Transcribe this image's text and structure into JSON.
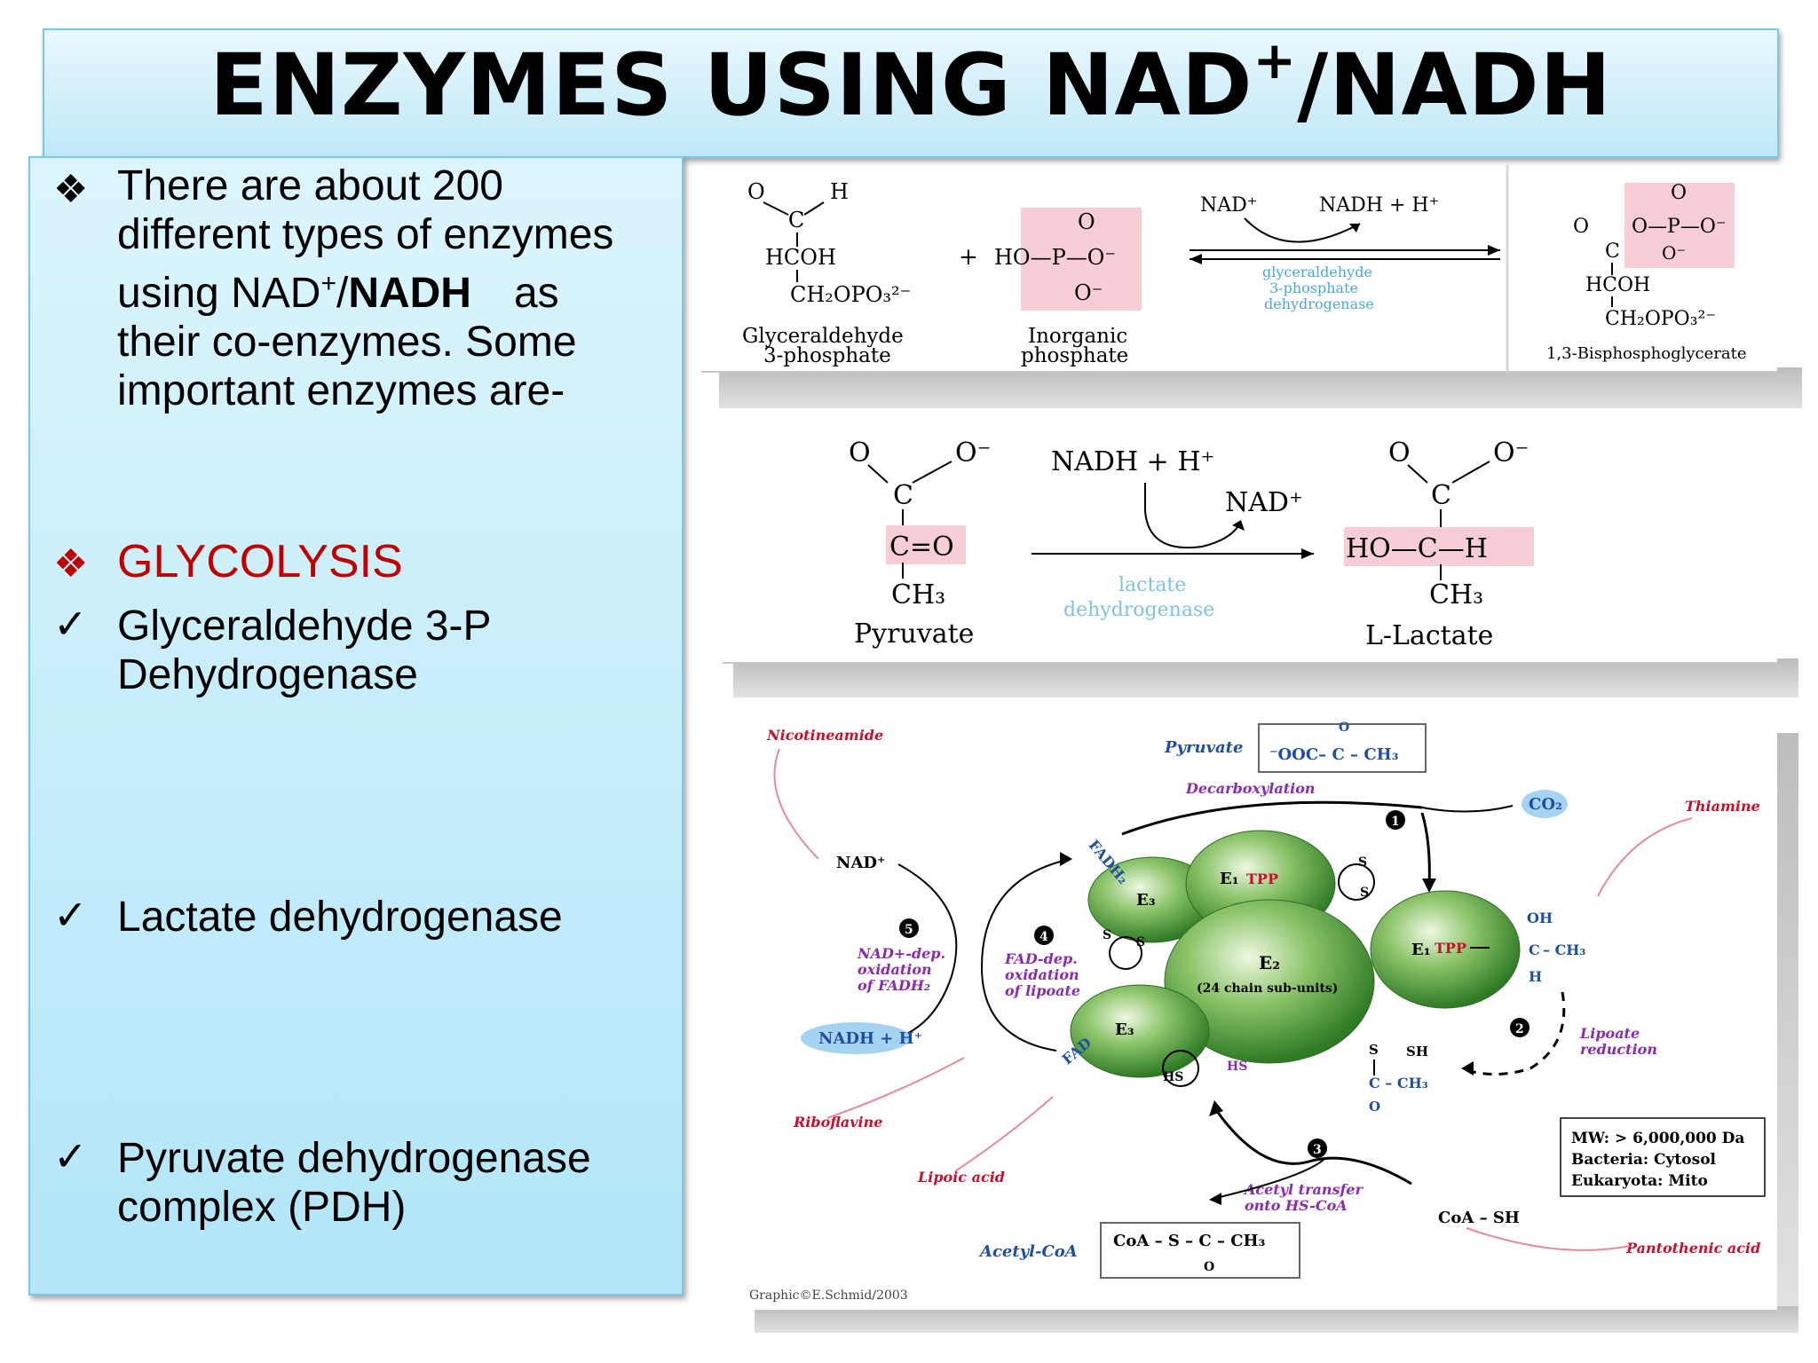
{
  "title": {
    "main": "ENZYMES USING NAD",
    "sup": "+",
    "tail": "/NADH"
  },
  "intro": {
    "line1": "There are about 200",
    "line2": "different types of enzymes",
    "line3_a": "using NAD",
    "line3_sup": "+",
    "line3_b": "/",
    "line3_c": "NADH",
    "line3_d": "as",
    "line4": "their co-enzymes. Some",
    "line5": "important enzymes are-"
  },
  "glycolysis": "GLYCOLYSIS",
  "enzymes": {
    "gapdh_1": "Glyceraldehyde 3-P",
    "gapdh_2": "Dehydrogenase",
    "ldh": "Lactate dehydrogenase",
    "pdh_1": "Pyruvate dehydrogenase",
    "pdh_2": "complex (PDH)"
  },
  "icons": {
    "diamond_bullet": "diamond-bullet-icon",
    "check": "check-icon"
  },
  "colors": {
    "accent_red": "#c00000",
    "panel_blue": "#bfe8f8",
    "enzyme_green": "#3b8a2f",
    "pink_box": "#f7cdd6",
    "label_red": "#c8102e",
    "label_purple": "#8a2bb0",
    "label_blue": "#1f4fa0"
  },
  "reaction1": {
    "g3p_label_1": "Glyceraldehyde",
    "g3p_label_2": "3-phosphate",
    "pi_label_1": "Inorganic",
    "pi_label_2": "phosphate",
    "bpg_label": "1,3-Bisphosphoglycerate",
    "nad": "NAD⁺",
    "nadh": "NADH + H⁺",
    "enzyme_1": "glyceraldehyde",
    "enzyme_2": "3-phosphate",
    "enzyme_3": "dehydrogenase",
    "plus": "+",
    "o": "O",
    "h": "H",
    "c": "C",
    "hcoh": "HCOH",
    "ch2opo3": "CH₂OPO₃²⁻",
    "ho_p_o": "HO—P—O⁻",
    "p_o_minus": "O⁻",
    "bpg_p": "O—P—O⁻"
  },
  "reaction2": {
    "pyruvate": "Pyruvate",
    "lactate": "L-Lactate",
    "nadh": "NADH + H⁺",
    "nad": "NAD⁺",
    "enzyme_1": "lactate",
    "enzyme_2": "dehydrogenase",
    "o": "O",
    "o_minus": "O⁻",
    "c": "C",
    "c_eq_o": "C=O",
    "ch3": "CH₃",
    "ho_c_h": "HO—C—H"
  },
  "pdh": {
    "nicotineamide": "Nicotineamide",
    "pyruvate": "Pyruvate",
    "pyruvate_formula": "⁻OOC– C – CH₃",
    "decarboxylation": "Decarboxylation",
    "co2": "CO₂",
    "thiamine": "Thiamine",
    "nad": "NAD⁺",
    "fadh2": "FADH₂",
    "e3": "E₃",
    "e1": "E₁",
    "tpp": "TPP",
    "e2": "E₂",
    "sub_units": "(24 chain sub-units)",
    "step1": "1",
    "step2": "2",
    "step3": "3",
    "step4": "4",
    "step5": "5",
    "nad_dep_1": "NAD+-dep.",
    "nad_dep_2": "oxidation",
    "nad_dep_3": "of FADH₂",
    "fad_dep_1": "FAD-dep.",
    "fad_dep_2": "oxidation",
    "fad_dep_3": "of lipoate",
    "nadh": "NADH + H⁺",
    "fad": "FAD",
    "oh_group": "OH",
    "ch3_group": "– CH₃",
    "h_group": "H",
    "c_group": "C",
    "lipoate_1": "Lipoate",
    "lipoate_2": "reduction",
    "riboflavine": "Riboflavine",
    "s": "S",
    "sh": "SH",
    "hs": "HS",
    "acetyl_c": "C – CH₃",
    "o": "O",
    "lipoic_acid": "Lipoic acid",
    "acetyl_transfer_1": "Acetyl transfer",
    "acetyl_transfer_2": "onto HS-CoA",
    "coa_sh": "CoA – SH",
    "acetyl_coa": "Acetyl-CoA",
    "acetyl_coa_formula": "CoA – S – C – CH₃",
    "mw": "MW: > 6,000,000 Da",
    "bacteria": "Bacteria: Cytosol",
    "eukaryota": "Eukaryota: Mito",
    "pantothenic": "Pantothenic acid",
    "credit": "Graphic©E.Schmid/2003"
  }
}
